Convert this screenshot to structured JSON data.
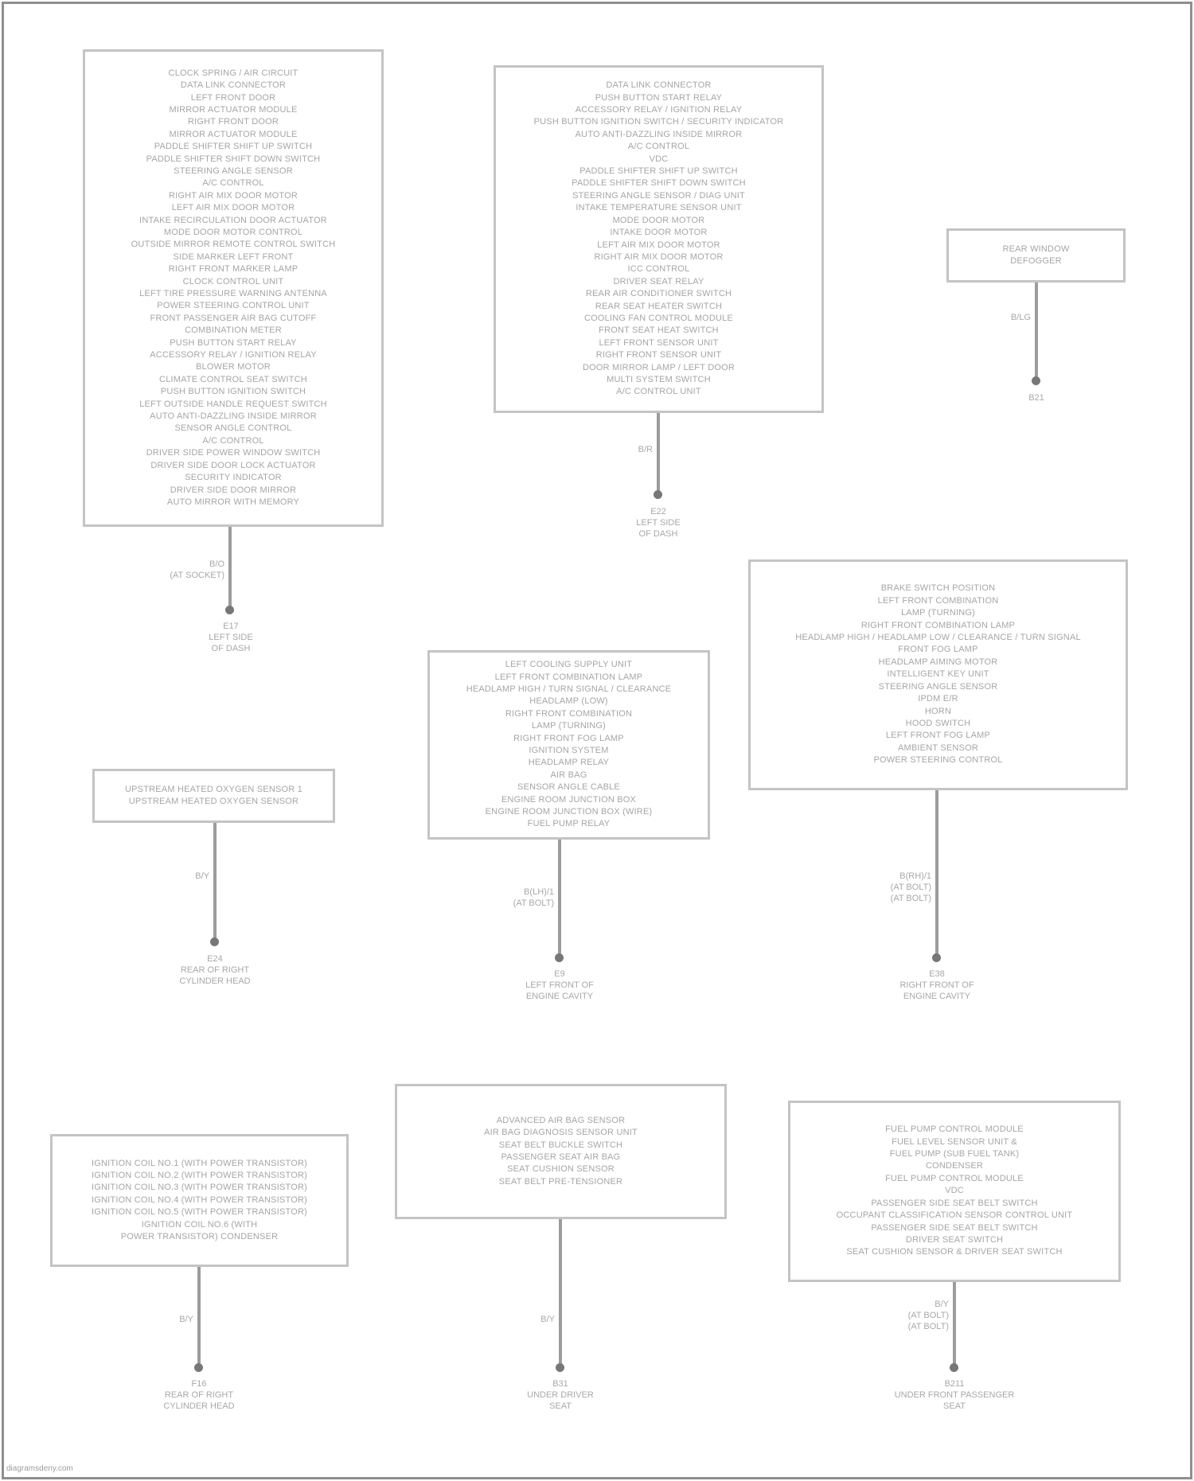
{
  "credit": "diagramsdeny.com",
  "components": [
    {
      "id": "g1",
      "box_lines": [
        "CLOCK SPRING / AIR CIRCUIT",
        "DATA LINK CONNECTOR",
        "LEFT FRONT DOOR",
        "MIRROR ACTUATOR MODULE",
        "RIGHT FRONT DOOR",
        "MIRROR ACTUATOR MODULE",
        "PADDLE SHIFTER SHIFT UP SWITCH",
        "PADDLE SHIFTER SHIFT DOWN SWITCH",
        "STEERING ANGLE SENSOR",
        "A/C CONTROL",
        "RIGHT AIR MIX DOOR MOTOR",
        "LEFT AIR MIX DOOR MOTOR",
        "INTAKE RECIRCULATION DOOR ACTUATOR",
        "MODE DOOR MOTOR CONTROL",
        "OUTSIDE MIRROR REMOTE CONTROL SWITCH",
        "SIDE MARKER LEFT FRONT",
        "RIGHT FRONT MARKER LAMP",
        "CLOCK CONTROL UNIT",
        "LEFT TIRE PRESSURE WARNING ANTENNA",
        "POWER STEERING CONTROL UNIT",
        "FRONT PASSENGER AIR BAG CUTOFF",
        "COMBINATION METER",
        "PUSH BUTTON START RELAY",
        "ACCESSORY RELAY / IGNITION RELAY",
        "BLOWER MOTOR",
        "CLIMATE CONTROL SEAT SWITCH",
        "PUSH BUTTON IGNITION SWITCH",
        "LEFT OUTSIDE HANDLE REQUEST SWITCH",
        "AUTO ANTI-DAZZLING INSIDE MIRROR",
        "SENSOR ANGLE CONTROL",
        "A/C CONTROL",
        "DRIVER SIDE POWER WINDOW SWITCH",
        "DRIVER SIDE DOOR LOCK ACTUATOR",
        "SECURITY INDICATOR",
        "DRIVER SIDE DOOR MIRROR",
        "AUTO MIRROR WITH MEMORY"
      ],
      "wire_label_lines": [
        "B/O",
        "(AT SOCKET)"
      ],
      "ground_lines": [
        "E17",
        "LEFT SIDE",
        "OF DASH"
      ]
    },
    {
      "id": "g2",
      "box_lines": [
        "DATA LINK CONNECTOR",
        "PUSH BUTTON START RELAY",
        "ACCESSORY RELAY / IGNITION RELAY",
        "PUSH BUTTON IGNITION SWITCH / SECURITY INDICATOR",
        "AUTO ANTI-DAZZLING INSIDE MIRROR",
        "A/C CONTROL",
        "VDC",
        "PADDLE SHIFTER SHIFT UP SWITCH",
        "PADDLE SHIFTER SHIFT DOWN SWITCH",
        "STEERING ANGLE SENSOR / DIAG UNIT",
        "INTAKE TEMPERATURE SENSOR UNIT",
        "MODE DOOR MOTOR",
        "INTAKE DOOR MOTOR",
        "LEFT AIR MIX DOOR MOTOR",
        "RIGHT AIR MIX DOOR MOTOR",
        "ICC CONTROL",
        "DRIVER SEAT RELAY",
        "REAR AIR CONDITIONER SWITCH",
        "REAR SEAT HEATER SWITCH",
        "COOLING FAN CONTROL MODULE",
        "FRONT SEAT HEAT SWITCH",
        "LEFT FRONT SENSOR UNIT",
        "RIGHT FRONT SENSOR UNIT",
        "DOOR MIRROR LAMP / LEFT DOOR",
        "MULTI SYSTEM SWITCH",
        "A/C CONTROL UNIT"
      ],
      "wire_label_lines": [
        "B/R"
      ],
      "ground_lines": [
        "E22",
        "LEFT SIDE",
        "OF DASH"
      ]
    },
    {
      "id": "g3",
      "box_lines": [
        "REAR WINDOW",
        "DEFOGGER"
      ],
      "wire_label_lines": [
        "B/LG"
      ],
      "ground_lines": [
        "B21"
      ]
    },
    {
      "id": "g4",
      "box_lines": [
        "UPSTREAM HEATED OXYGEN SENSOR 1",
        "UPSTREAM HEATED OXYGEN SENSOR"
      ],
      "wire_label_lines": [
        "B/Y"
      ],
      "ground_lines": [
        "E24",
        "REAR OF RIGHT",
        "CYLINDER HEAD"
      ]
    },
    {
      "id": "g5",
      "box_lines": [
        "LEFT COOLING SUPPLY UNIT",
        "LEFT FRONT COMBINATION LAMP",
        "HEADLAMP HIGH / TURN SIGNAL / CLEARANCE",
        "HEADLAMP (LOW)",
        "RIGHT FRONT COMBINATION",
        "LAMP (TURNING)",
        "RIGHT FRONT FOG LAMP",
        "IGNITION SYSTEM",
        "HEADLAMP RELAY",
        "AIR BAG",
        "SENSOR ANGLE CABLE",
        "ENGINE ROOM JUNCTION BOX",
        "ENGINE ROOM JUNCTION BOX (WIRE)",
        "FUEL PUMP RELAY"
      ],
      "wire_label_lines": [
        "B(LH)/1",
        "(AT BOLT)"
      ],
      "ground_lines": [
        "E9",
        "LEFT FRONT OF",
        "ENGINE CAVITY"
      ]
    },
    {
      "id": "g6",
      "box_lines": [
        "BRAKE SWITCH POSITION",
        "LEFT FRONT COMBINATION",
        "LAMP (TURNING)",
        "RIGHT FRONT COMBINATION LAMP",
        "HEADLAMP HIGH / HEADLAMP LOW / CLEARANCE / TURN SIGNAL",
        "FRONT FOG LAMP",
        "HEADLAMP AIMING MOTOR",
        "INTELLIGENT KEY UNIT",
        "STEERING ANGLE SENSOR",
        "IPDM E/R",
        "HORN",
        "HOOD SWITCH",
        "LEFT FRONT FOG LAMP",
        "AMBIENT SENSOR",
        "POWER STEERING CONTROL"
      ],
      "wire_label_lines": [
        "B(RH)/1",
        "(AT BOLT)",
        "(AT BOLT)"
      ],
      "ground_lines": [
        "E38",
        "RIGHT FRONT OF",
        "ENGINE CAVITY"
      ]
    },
    {
      "id": "g7",
      "box_lines": [
        "IGNITION COIL NO.1 (WITH POWER TRANSISTOR)",
        "IGNITION COIL NO.2 (WITH POWER TRANSISTOR)",
        "IGNITION COIL NO.3 (WITH POWER TRANSISTOR)",
        "IGNITION COIL NO.4 (WITH POWER TRANSISTOR)",
        "IGNITION COIL NO.5 (WITH POWER TRANSISTOR)",
        "IGNITION COIL NO.6 (WITH",
        "POWER TRANSISTOR) CONDENSER"
      ],
      "wire_label_lines": [
        "B/Y"
      ],
      "ground_lines": [
        "F16",
        "REAR OF RIGHT",
        "CYLINDER HEAD"
      ]
    },
    {
      "id": "g8",
      "box_lines": [
        "ADVANCED AIR BAG SENSOR",
        "AIR BAG DIAGNOSIS SENSOR UNIT",
        "SEAT BELT BUCKLE SWITCH",
        "PASSENGER SEAT AIR BAG",
        "SEAT CUSHION SENSOR",
        "SEAT BELT PRE-TENSIONER"
      ],
      "wire_label_lines": [
        "B/Y"
      ],
      "ground_lines": [
        "B31",
        "UNDER DRIVER",
        "SEAT"
      ]
    },
    {
      "id": "g9",
      "box_lines": [
        "FUEL PUMP CONTROL MODULE",
        "FUEL LEVEL SENSOR UNIT &",
        "FUEL PUMP (SUB FUEL TANK)",
        "CONDENSER",
        "FUEL PUMP CONTROL MODULE",
        "VDC",
        "PASSENGER SIDE SEAT BELT SWITCH",
        "OCCUPANT CLASSIFICATION SENSOR CONTROL UNIT",
        "PASSENGER SIDE SEAT BELT SWITCH",
        "DRIVER SEAT SWITCH",
        "SEAT CUSHION SENSOR & DRIVER SEAT SWITCH"
      ],
      "wire_label_lines": [
        "B/Y",
        "(AT BOLT)",
        "(AT BOLT)"
      ],
      "ground_lines": [
        "B211",
        "UNDER FRONT PASSENGER",
        "SEAT"
      ]
    }
  ]
}
